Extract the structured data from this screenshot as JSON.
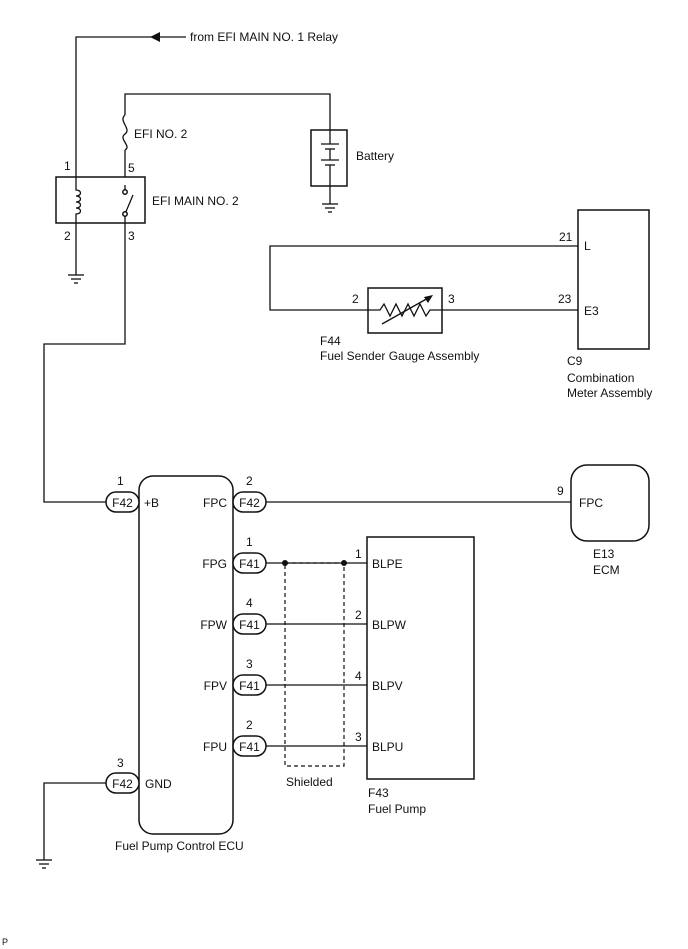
{
  "labels": {
    "efi_main1_relay": "from EFI MAIN NO. 1 Relay",
    "efi_no2": "EFI NO. 2",
    "battery": "Battery",
    "efi_main2": "EFI MAIN NO. 2",
    "shielded": "Shielded",
    "page_mark": "P"
  },
  "relay_pins": {
    "p1": "1",
    "p2": "2",
    "p3": "3",
    "p5": "5"
  },
  "sender": {
    "code": "F44",
    "name": "Fuel Sender Gauge Assembly",
    "pin_left": "2",
    "pin_right": "3"
  },
  "meter": {
    "code": "C9",
    "name_line1": "Combination",
    "name_line2": "Meter Assembly",
    "pin_l_num": "21",
    "pin_l": "L",
    "pin_e3_num": "23",
    "pin_e3": "E3"
  },
  "ecu": {
    "name": "Fuel Pump Control ECU",
    "b_pin_num": "1",
    "b_conn": "F42",
    "b_label": "+B",
    "gnd_pin_num": "3",
    "gnd_conn": "F42",
    "gnd_label": "GND",
    "terminals": [
      {
        "num": "2",
        "conn": "F42",
        "label": "FPC"
      },
      {
        "num": "1",
        "conn": "F41",
        "label": "FPG"
      },
      {
        "num": "4",
        "conn": "F41",
        "label": "FPW"
      },
      {
        "num": "3",
        "conn": "F41",
        "label": "FPV"
      },
      {
        "num": "2",
        "conn": "F41",
        "label": "FPU"
      }
    ]
  },
  "ecm": {
    "code": "E13",
    "name": "ECM",
    "pin_num": "9",
    "pin_label": "FPC"
  },
  "pump": {
    "code": "F43",
    "name": "Fuel Pump",
    "pins": [
      {
        "num": "1",
        "label": "BLPE"
      },
      {
        "num": "2",
        "label": "BLPW"
      },
      {
        "num": "4",
        "label": "BLPV"
      },
      {
        "num": "3",
        "label": "BLPU"
      }
    ]
  }
}
